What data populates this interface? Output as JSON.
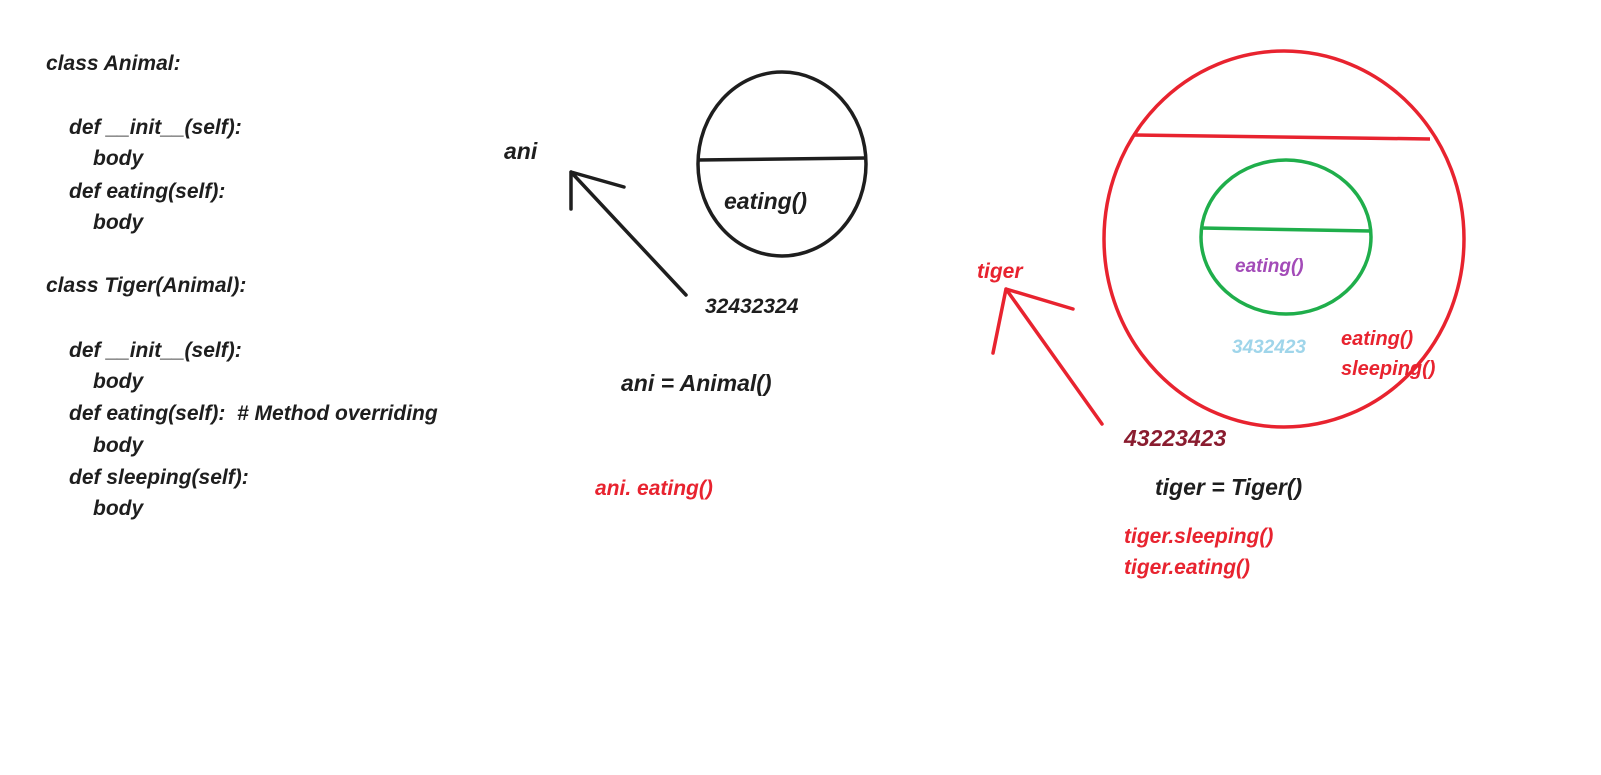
{
  "colors": {
    "black": "#1e1e1e",
    "red": "#e8232f",
    "green": "#1fae4b",
    "purple": "#a34bb8",
    "light_blue": "#9fd5ea",
    "maroon": "#8a1c2f"
  },
  "code": {
    "lines": [
      "class Animal:",
      "def __init__(self):",
      "body",
      "def eating(self):",
      "body",
      "class Tiger(Animal):",
      "def __init__(self):",
      "body",
      "def eating(self):  # Method overriding",
      "body",
      "def sleeping(self):",
      "body"
    ]
  },
  "animal": {
    "ref_name": "ani",
    "method": "eating()",
    "address": "32432324",
    "assignment": "ani = Animal()",
    "call": "ani. eating()"
  },
  "tiger": {
    "ref_name": "tiger",
    "inner_method": "eating()",
    "inner_address": "3432423",
    "outer_methods": [
      "eating()",
      "sleeping()"
    ],
    "address": "43223423",
    "assignment": "tiger = Tiger()",
    "calls": [
      "tiger.sleeping()",
      "tiger.eating()"
    ]
  }
}
